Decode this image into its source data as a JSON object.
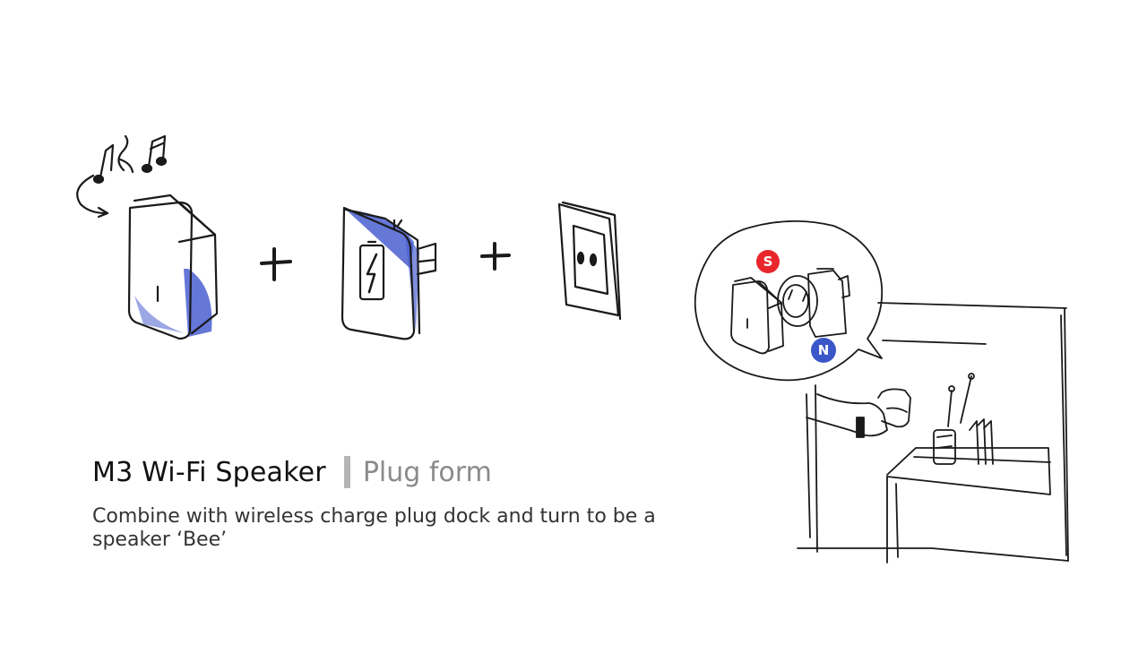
{
  "slide": {
    "title": "M3 Wi-Fi Speaker",
    "subtitle": "Plug form",
    "description": "Combine with wireless charge plug dock and turn to be a speaker ‘Bee’"
  },
  "sketch": {
    "plus_sign": "+",
    "magnet_south": "S",
    "magnet_north": "N"
  },
  "colors": {
    "accent_blue": "#4a5fd0",
    "magnet_south": "#e8262c",
    "magnet_north": "#3b56c8",
    "title_bar": "#b5b5b5"
  }
}
